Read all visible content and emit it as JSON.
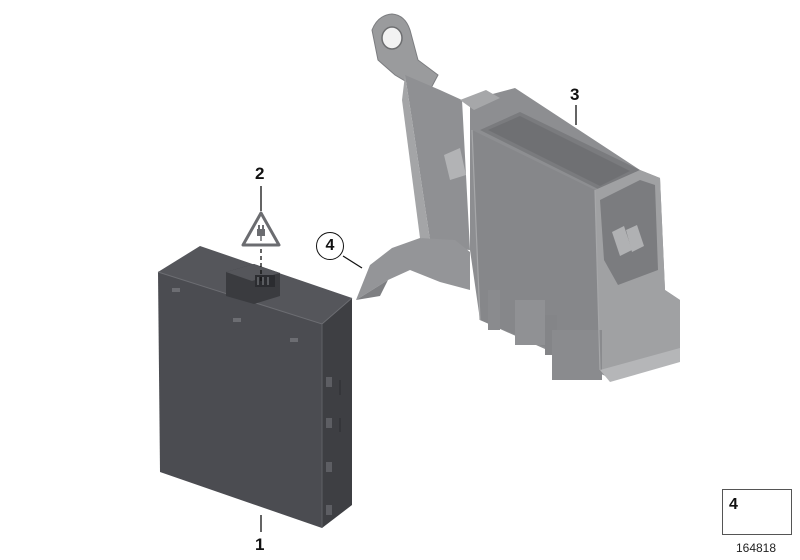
{
  "diagram": {
    "title": "Control unit with bracket - parts diagram",
    "parts": [
      {
        "number": "1",
        "name": "control-unit",
        "color": "#4d4e54"
      },
      {
        "number": "2",
        "name": "electrostatic-warning-symbol"
      },
      {
        "number": "3",
        "name": "bracket",
        "color": "#8e8f91"
      },
      {
        "number": "4",
        "name": "nut-callout"
      }
    ],
    "labels": {
      "part1": "1",
      "part2": "2",
      "part3": "3",
      "part4_circle": "4",
      "inset_number": "4"
    },
    "reference_number": "164818"
  }
}
